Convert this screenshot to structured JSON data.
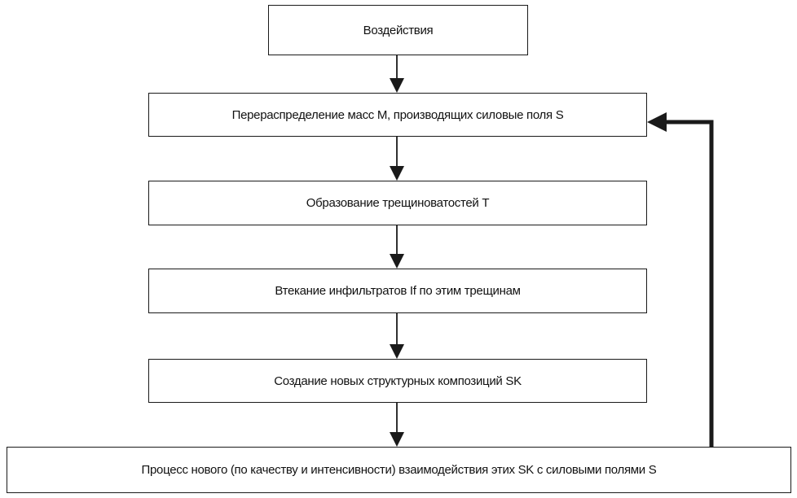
{
  "diagram": {
    "steps": [
      {
        "label": "Воздействия"
      },
      {
        "label": "Перераспределение масс M, производящих силовые поля S"
      },
      {
        "label": "Образование трещиноватостей T"
      },
      {
        "label": "Втекание инфильтратов If по этим трещинам"
      },
      {
        "label": "Создание новых структурных композиций SK"
      },
      {
        "label": "Процесс нового (по качеству и интенсивности) взаимодействия этих SK с силовыми полями S"
      }
    ],
    "colors": {
      "stroke": "#1a1a1a",
      "background": "#ffffff"
    }
  }
}
